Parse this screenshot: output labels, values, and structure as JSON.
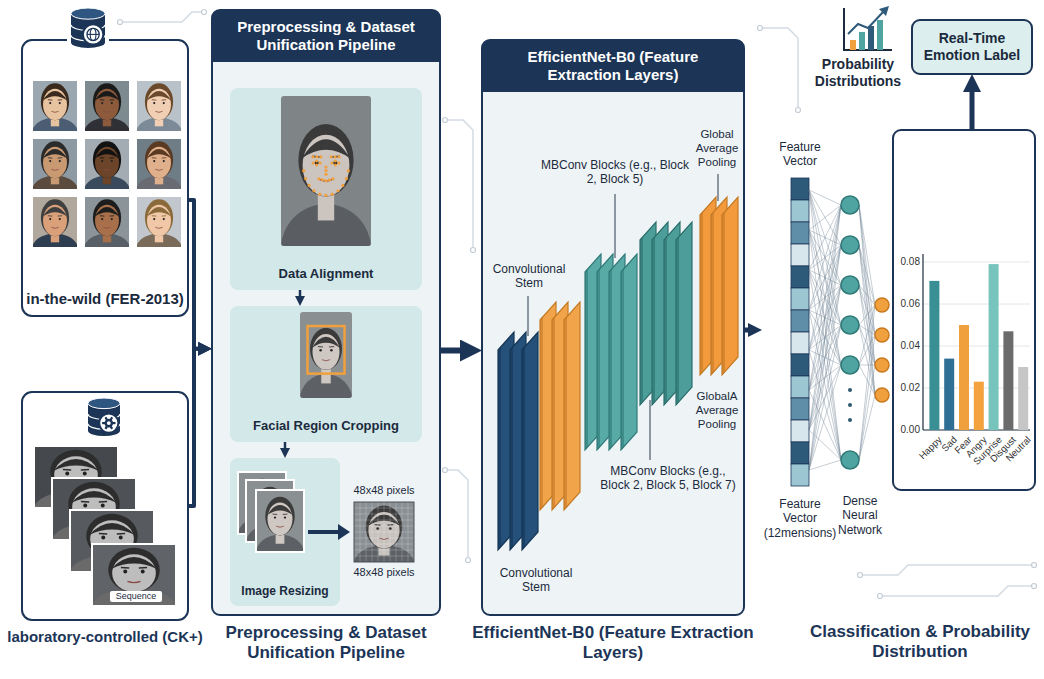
{
  "diagram": {
    "nodes": [
      {
        "text": [
          "in-the-wild (FER-2013)"
        ]
      },
      {
        "text": [
          "laboratory-controlled (CK+)"
        ]
      },
      {
        "text": [
          "Preprocessing & Dataset Unification Pipeline",
          "Preprocessing & Dataset Unification Pipeline"
        ]
      },
      {
        "text": [
          "Data Alignment"
        ],
        "in": 2
      },
      {
        "text": [
          "Facial Region Cropping"
        ],
        "in": 2
      },
      {
        "text": [
          "Image Resizing"
        ],
        "in": 2
      },
      {
        "text": [
          "EfficientNet-B0 (Feature Extraction Layers)",
          "EfficientNet-B0 (Feature Extraction Layers)"
        ]
      },
      {
        "text": [
          "Feature Vector",
          "Feature Vector (12mensions)"
        ]
      },
      {
        "text": [
          "0.08",
          "0.06",
          "0.04",
          "0.02",
          "0.00",
          "Happy",
          "Sad",
          "Fear",
          "Angry",
          "Surprise",
          "Disgust",
          "Neutral"
        ]
      },
      {
        "text": [
          "Real-Time Emotion Label"
        ]
      }
    ],
    "edges": [
      {
        "from": 0,
        "to": 2,
        "arrow": "to"
      },
      {
        "from": 1,
        "to": 2,
        "arrow": "to"
      },
      {
        "from": 3,
        "to": 4,
        "arrow": "to"
      },
      {
        "from": 4,
        "to": 5,
        "arrow": "to"
      },
      {
        "from": 2,
        "to": 6,
        "arrow": "to"
      },
      {
        "from": 6,
        "to": 7,
        "arrow": "to"
      },
      {
        "from": 8,
        "to": 9,
        "arrow": "to"
      }
    ],
    "labels": [
      "48x48 pixels",
      "48x48 pixels",
      "MBConv Blocks (e.g., Block 2, Block 5)",
      "Convolutional Stem",
      "Global Average Pooling",
      "GlobalA Average Pooling",
      "MBConv Blocks (e.g., Block 2, Block 5, Block 7)",
      "Convolutional Stem",
      "Probability Distributions",
      "Dense Neural Network",
      "Classification & Probability Distribution",
      "Sequence"
    ]
  }
}
